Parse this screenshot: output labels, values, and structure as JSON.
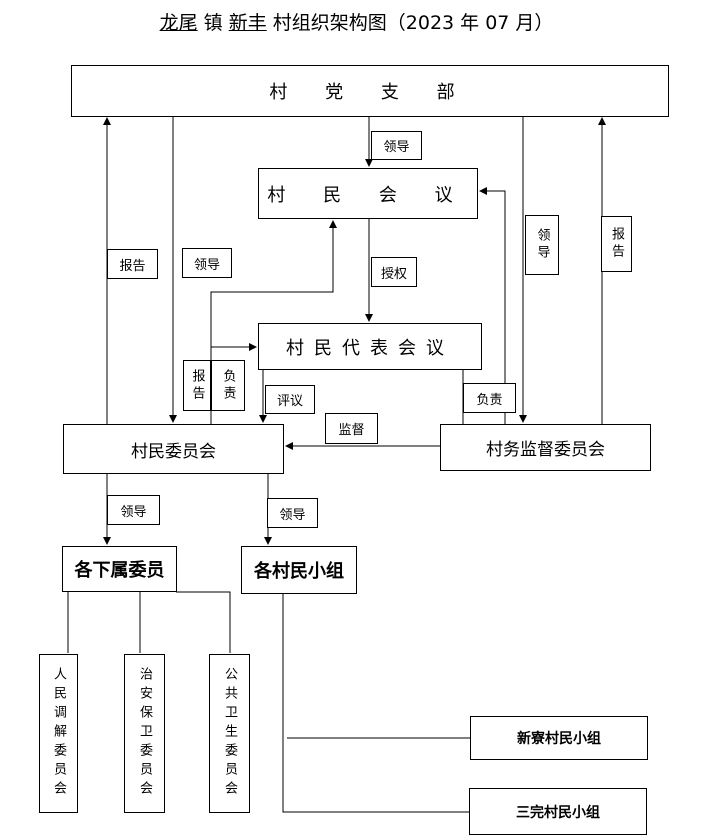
{
  "title": {
    "town": "龙尾",
    "town_suffix": "镇",
    "village": "新丰",
    "rest": "村组织架构图（2023 年 07 月）"
  },
  "nodes": {
    "party_branch": "村 党 支 部",
    "villagers_meeting": "村 民 会 议",
    "rep_meeting": "村民代表会议",
    "committee": "村民委员会",
    "supervision": "村务监督委员会",
    "sub_committees": "各下属委员",
    "villager_groups": "各村民小组",
    "mediation": "人民调解委员会",
    "security": "治安保卫委员会",
    "health": "公共卫生委员会",
    "group_1": "新寮村民小组",
    "group_2": "三完村民小组"
  },
  "labels": {
    "lead_1": "领导",
    "authorize": "授权",
    "report_left": "报告",
    "lead_left": "领导",
    "lead_right_v": "领导",
    "report_right_v": "报告",
    "report_v": "报告",
    "responsible_v": "负责",
    "review": "评议",
    "supervise": "监督",
    "responsible": "负责",
    "lead_sub": "领导",
    "lead_groups": "领导"
  }
}
